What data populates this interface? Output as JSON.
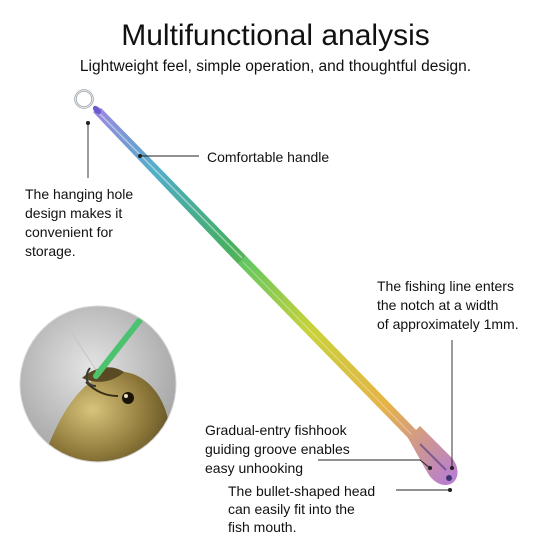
{
  "header": {
    "title": "Multifunctional analysis",
    "subtitle": "Lightweight feel, simple operation, and thoughtful design."
  },
  "callouts": {
    "handle": "Comfortable handle",
    "hanging_hole": [
      "The hanging hole",
      "design makes it",
      "convenient for",
      "storage."
    ],
    "notch": [
      "The fishing line enters",
      "the notch at a width",
      "of approximately 1mm."
    ],
    "groove": [
      "Gradual-entry fishhook",
      "guiding groove enables",
      "easy unhooking"
    ],
    "head": [
      "The bullet-shaped head",
      "can easily fit into the",
      "fish mouth."
    ]
  },
  "colors": {
    "rod_gradient": [
      "#7a4fd6",
      "#3fb6d8",
      "#4cc36a",
      "#c8d23a",
      "#e6b347",
      "#b77bd8"
    ],
    "leader_line": "#222222"
  }
}
